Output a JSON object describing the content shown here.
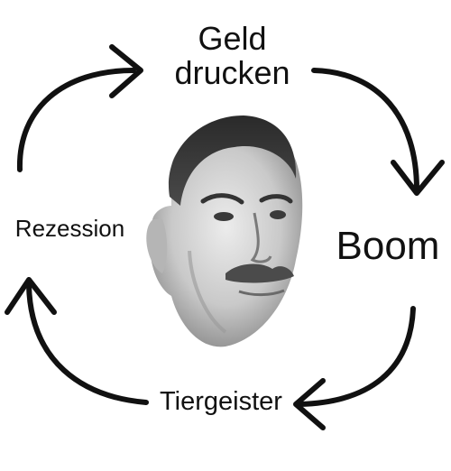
{
  "cycle": {
    "steps": [
      {
        "label_line1": "Geld",
        "label_line2": "drucken"
      },
      {
        "label": "Boom"
      },
      {
        "label": "Tiergeister"
      },
      {
        "label": "Rezession"
      }
    ]
  },
  "center": {
    "image": "portrait-photo"
  },
  "colors": {
    "arrow": "#111111",
    "text": "#111111",
    "background": "#ffffff"
  }
}
